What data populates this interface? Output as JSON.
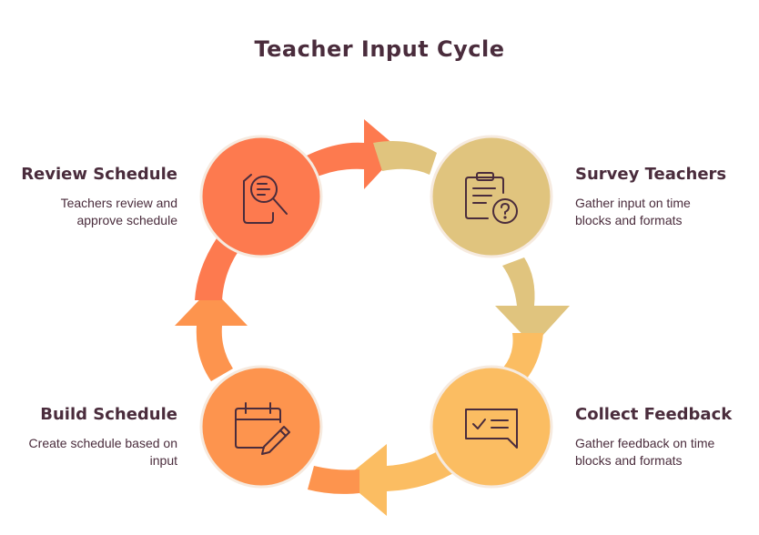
{
  "title": "Teacher Input Cycle",
  "colors": {
    "review": "#fd7a4f",
    "survey": "#e0c47e",
    "collect": "#fbbd62",
    "build": "#fd944e",
    "ring_border": "#f6eadf",
    "text": "#4a2c3c"
  },
  "steps": [
    {
      "id": "review",
      "title": "Review Schedule",
      "description": "Teachers review and approve schedule",
      "icon": "review-document-icon"
    },
    {
      "id": "survey",
      "title": "Survey Teachers",
      "description": "Gather input on time blocks and formats",
      "icon": "clipboard-question-icon"
    },
    {
      "id": "collect",
      "title": "Collect Feedback",
      "description": "Gather feedback on time blocks and formats",
      "icon": "feedback-chat-icon"
    },
    {
      "id": "build",
      "title": "Build Schedule",
      "description": "Create schedule based on input",
      "icon": "calendar-edit-icon"
    }
  ]
}
